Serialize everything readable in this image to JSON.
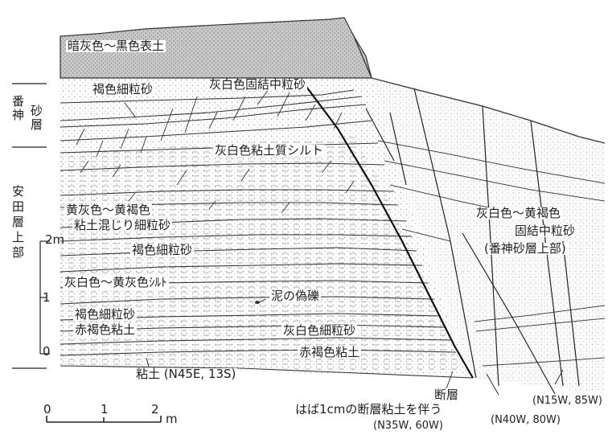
{
  "left_column": {
    "bangami": "番神",
    "sand_layer": "砂層",
    "yasuda_upper": "安田層上部"
  },
  "scale": {
    "ticks": [
      "0",
      "1",
      "2m"
    ],
    "bar_ticks": [
      "0",
      "1",
      "2"
    ],
    "bar_unit": "m"
  },
  "layers": {
    "topsoil": "暗灰色～黒色表土",
    "brown_fine_sand_top": "褐色細粒砂",
    "grey_white_consolidated": "灰白色固結中粒砂",
    "grey_white_clay_silt": "灰白色粘土質シルト",
    "yellow_grey_line1": "黄灰色～黄褐色",
    "yellow_grey_line2": "粘土混じり細粒砂",
    "brown_fine_sand_mid": "褐色細粒砂",
    "grey_white_yellow_silt": "灰白色～黄灰色ｼﾙﾄ",
    "mud_pseudo_gravel": "泥の偽礫",
    "brown_fine_sand_low": "褐色細粒砂",
    "red_brown_clay_left": "赤褐色粘土",
    "grey_white_fine_sand": "灰白色細粒砂",
    "red_brown_clay_right": "赤褐色粘土",
    "clay_bottom": "粘土 (N45E, 13S)"
  },
  "right_block": {
    "line1": "灰白色～黄褐色",
    "line2": "固結中粒砂",
    "line3": "(番神砂層上部)"
  },
  "faults": {
    "fault_label": "断層",
    "fault_clay": "はば1cmの断層粘土を伴う",
    "main_attitude": "(N35W, 60W)",
    "attitude_2": "(N40W, 80W)",
    "attitude_3": "(N15W, 85W)"
  }
}
